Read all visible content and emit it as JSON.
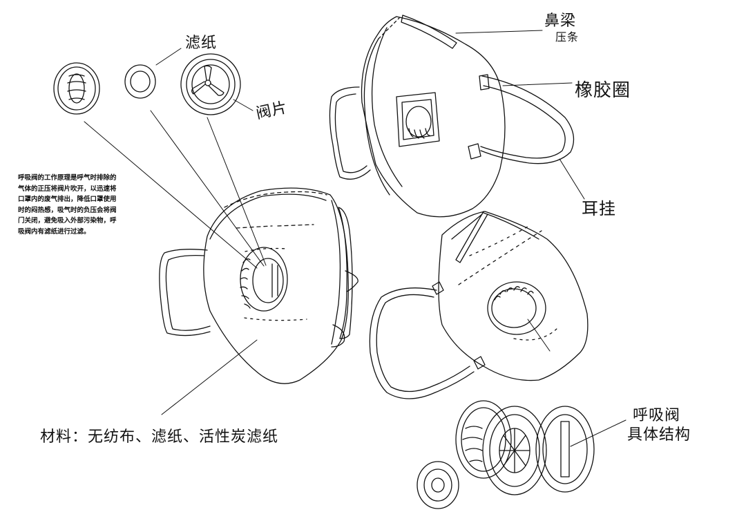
{
  "labels": {
    "filter_paper": "滤纸",
    "valve_flap": "阀片",
    "nose_clip": "鼻梁",
    "nose_clip_strip": "压条",
    "rubber_ring": "橡胶圈",
    "ear_loop": "耳挂",
    "materials": "材料：无纺布、滤纸、活性炭滤纸",
    "valve_structure_line1": "呼吸阀",
    "valve_structure_line2": "具体结构"
  },
  "note": "呼吸阀的工作原理是呼气时排除的气体的正压将阀片吹开，以迅速将口罩内的废气排出，降低口罩使用时的闷热感，吸气时的负压会将阀门关闭，避免吸入外部污染物，呼吸阀内有滤纸进行过滤。"
}
